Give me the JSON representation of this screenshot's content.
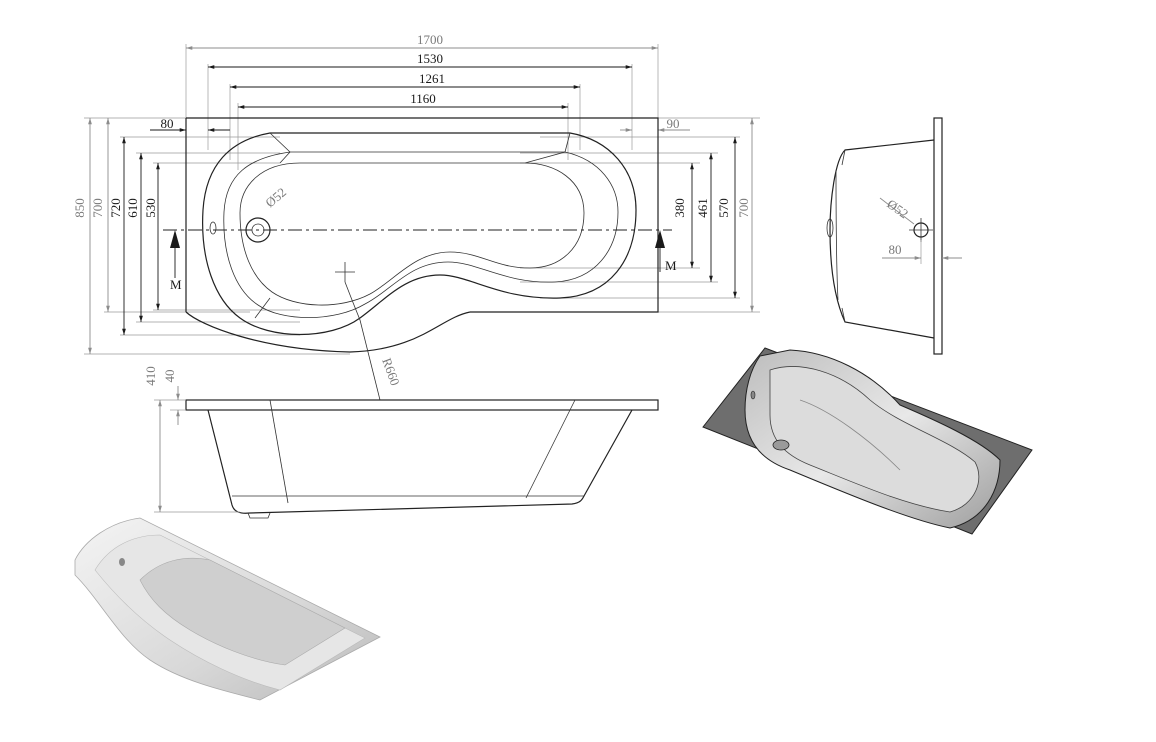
{
  "plan_view": {
    "widths": {
      "overall": "1700",
      "inner_rim": "1530",
      "bowl": "1261",
      "floor": "1160",
      "left_rim": "80",
      "right_rim": "90"
    },
    "heights_left": {
      "overall": "850",
      "panel": "700",
      "bowl": "720",
      "floor": "610",
      "bottom": "530"
    },
    "heights_right": {
      "small": "380",
      "mid": "461",
      "bowl": "570",
      "panel": "700"
    },
    "waste_diameter": "Ø52",
    "radius": "R660",
    "section_marker": "M"
  },
  "end_view": {
    "waste_diameter": "Ø52",
    "offset": "80"
  },
  "side_view": {
    "total_height": "410",
    "rim_height": "40"
  }
}
